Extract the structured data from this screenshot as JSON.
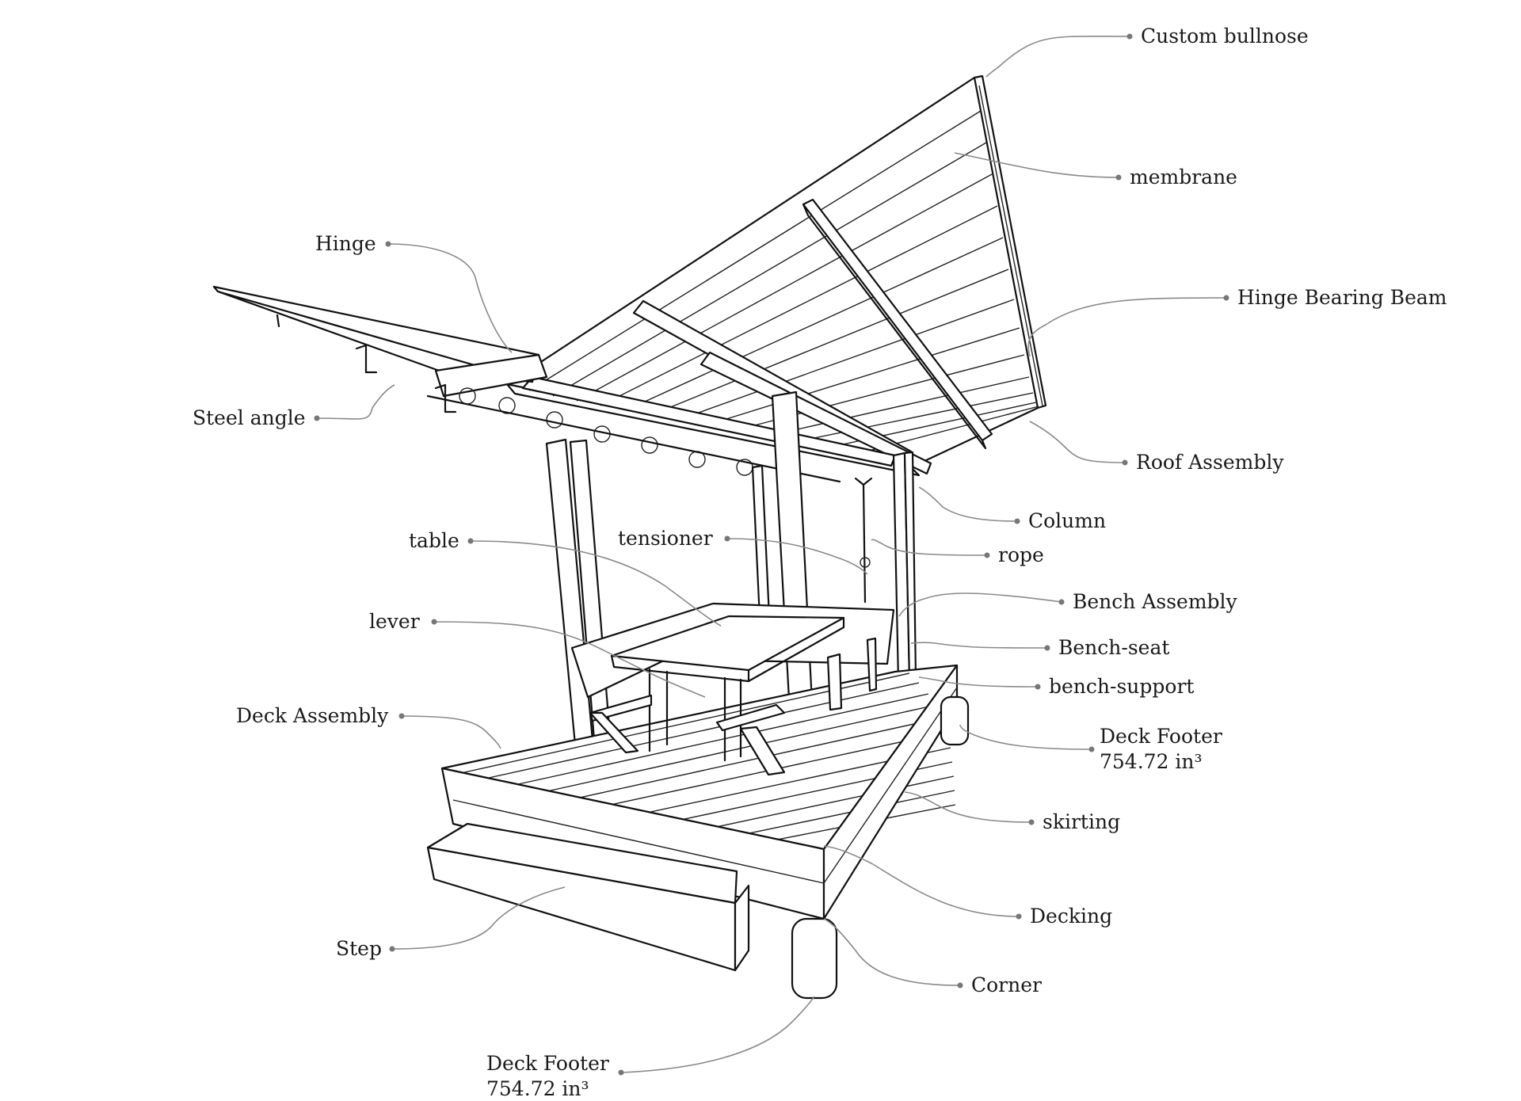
{
  "diagram": {
    "labels": {
      "custom_bullnose": "Custom bullnose",
      "membrane": "membrane",
      "hinge": "Hinge",
      "hinge_bearing_beam": "Hinge Bearing Beam",
      "steel_angle": "Steel angle",
      "roof_assembly": "Roof Assembly",
      "column": "Column",
      "table": "table",
      "tensioner": "tensioner",
      "rope": "rope",
      "bench_assembly": "Bench Assembly",
      "lever": "lever",
      "bench_seat": "Bench-seat",
      "bench_support": "bench-support",
      "deck_assembly": "Deck Assembly",
      "deck_footer_right": "Deck Footer",
      "deck_footer_right_volume": "754.72 in³",
      "skirting": "skirting",
      "decking": "Decking",
      "step": "Step",
      "corner": "Corner",
      "deck_footer_bottom": "Deck Footer",
      "deck_footer_bottom_volume": "754.72 in³"
    }
  }
}
